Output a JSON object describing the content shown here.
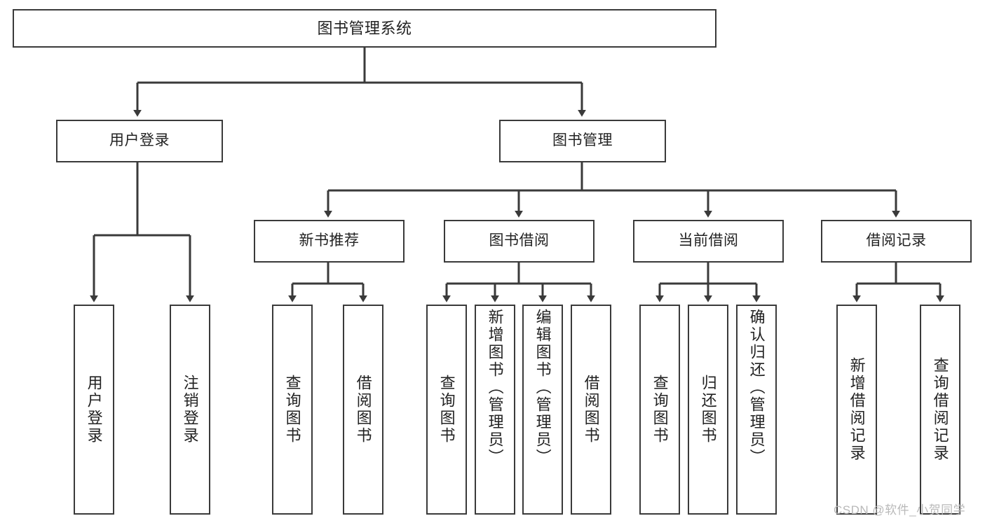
{
  "diagram": {
    "title": "图书管理系统",
    "type": "tree-hierarchy",
    "stroke_color": "#3a3a3a",
    "text_color": "#222222",
    "background": "#ffffff"
  },
  "nodes": {
    "root": {
      "label": "图书管理系统"
    },
    "level1": [
      {
        "label": "用户登录"
      },
      {
        "label": "图书管理"
      }
    ],
    "level2": [
      {
        "label": "新书推荐"
      },
      {
        "label": "图书借阅"
      },
      {
        "label": "当前借阅"
      },
      {
        "label": "借阅记录"
      }
    ],
    "leaves": {
      "user_login": [
        {
          "label": "用户登录"
        },
        {
          "label": "注销登录"
        }
      ],
      "new_book_recommend": [
        {
          "label": "查询图书"
        },
        {
          "label": "借阅图书"
        }
      ],
      "book_borrow": [
        {
          "label": "查询图书"
        },
        {
          "label": "新增图书（管理员）"
        },
        {
          "label": "编辑图书（管理员）"
        },
        {
          "label": "借阅图书"
        }
      ],
      "current_borrow": [
        {
          "label": "查询图书"
        },
        {
          "label": "归还图书"
        },
        {
          "label": "确认归还（管理员）"
        }
      ],
      "borrow_record": [
        {
          "label": "新增借阅记录"
        },
        {
          "label": "查询借阅记录"
        }
      ]
    }
  },
  "watermark": {
    "text": "CSDN @软件_小贺同学"
  }
}
